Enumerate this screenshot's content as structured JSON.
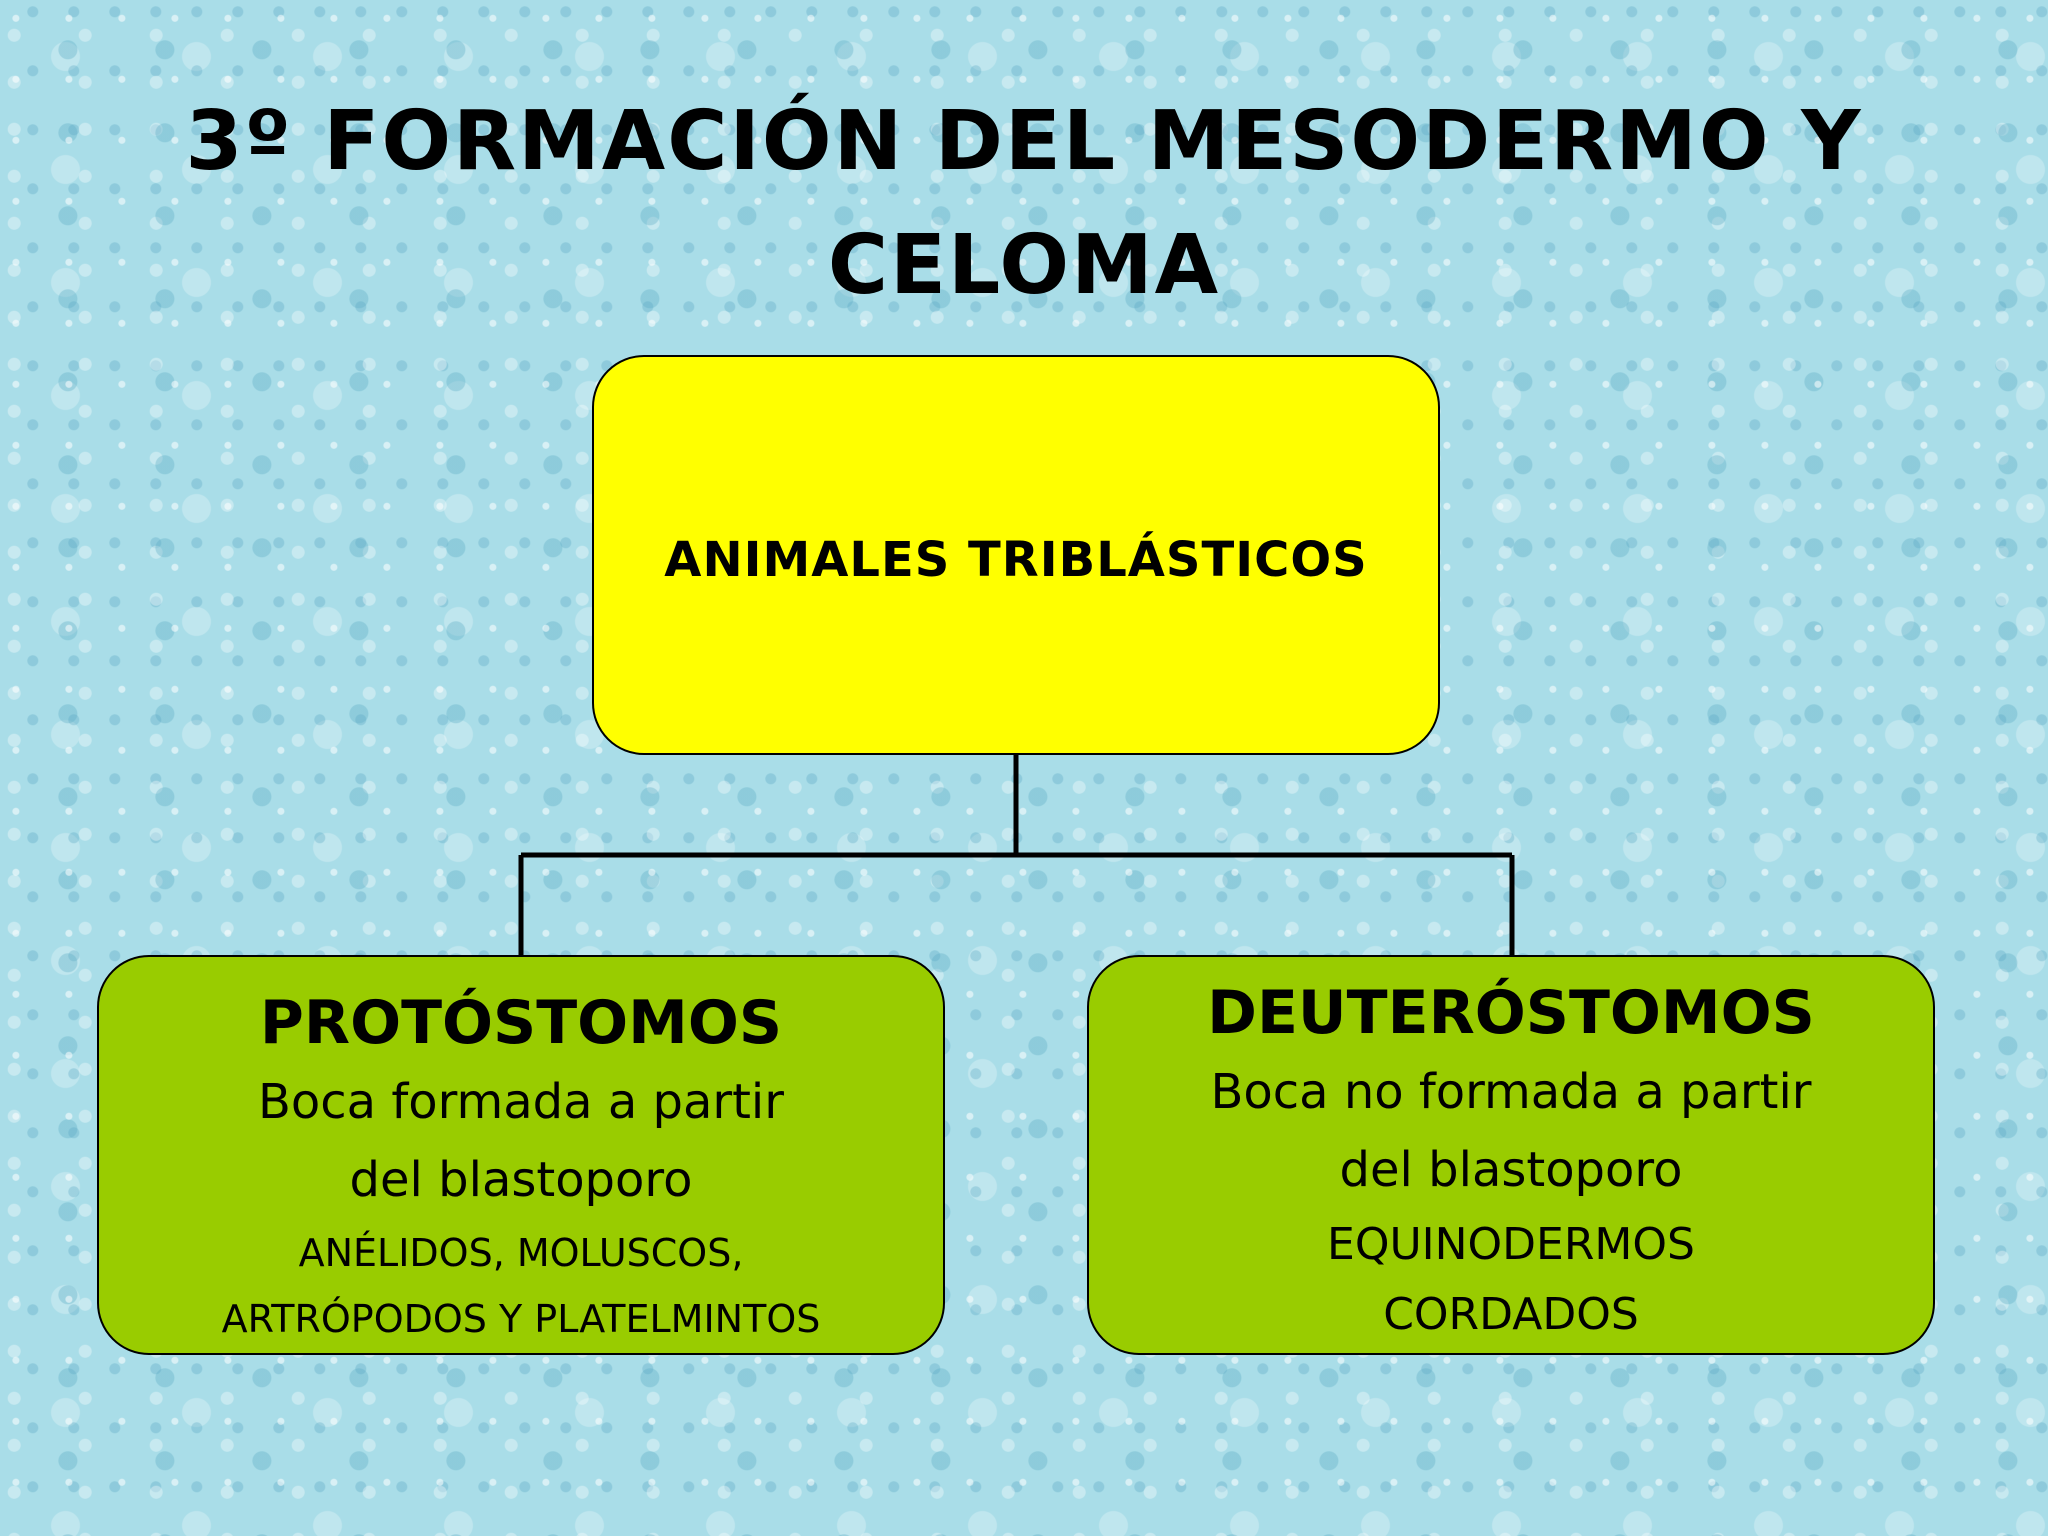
{
  "slide": {
    "title_line1": "3º FORMACIÓN DEL MESODERMO Y",
    "title_line2": "CELOMA"
  },
  "diagram": {
    "root": {
      "label": "ANIMALES TRIBLÁSTICOS",
      "fill_color": "#ffff00"
    },
    "children": [
      {
        "title": "PROTÓSTOMOS",
        "desc_line1": "Boca formada a partir",
        "desc_line2": "del blastoporo",
        "examples_line1": "ANÉLIDOS, MOLUSCOS,",
        "examples_line2": "ARTRÓPODOS Y PLATELMINTOS",
        "fill_color": "#99cc00"
      },
      {
        "title": "DEUTERÓSTOMOS",
        "desc_line1": "Boca no formada a partir",
        "desc_line2": "del blastoporo",
        "examples_line1": "EQUINODERMOS",
        "examples_line2": "CORDADOS",
        "fill_color": "#99cc00"
      }
    ],
    "background_color": "#a9dde8",
    "line_color": "#000000"
  }
}
